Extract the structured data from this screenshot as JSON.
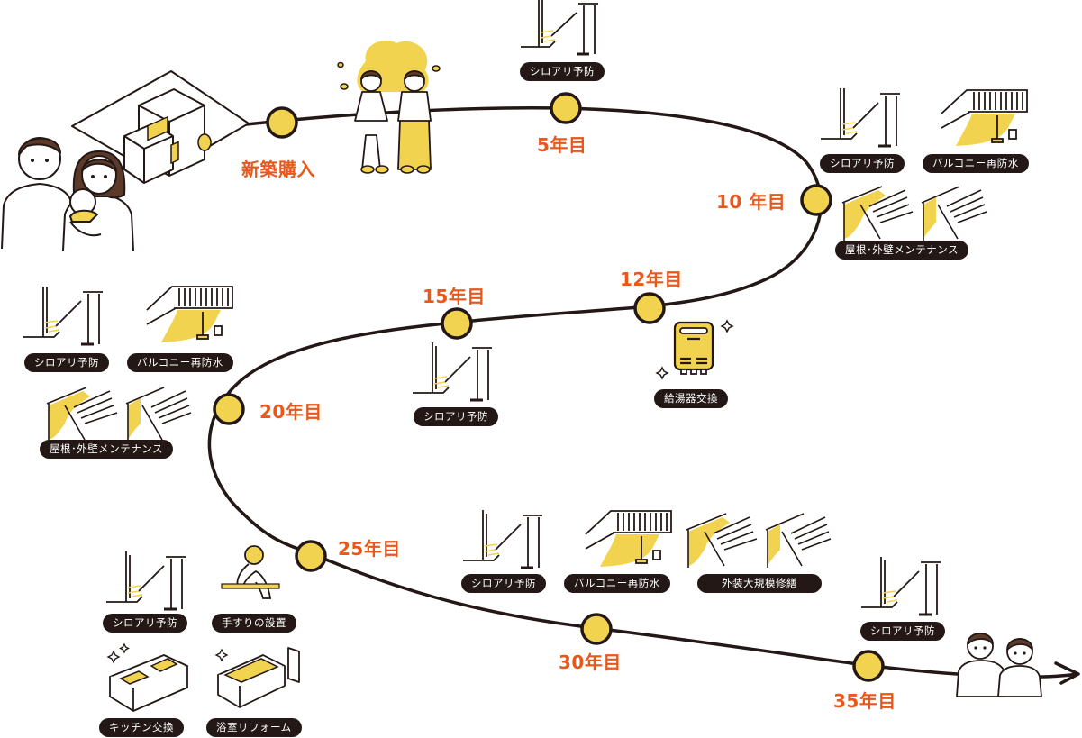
{
  "title": "住まいのメンテナンス・ライフサイクル",
  "colors": {
    "accent_orange": "#e8581b",
    "marker_yellow": "#f2d34f",
    "line_dark": "#231815",
    "pill_bg": "#231815",
    "pill_text": "#ffffff"
  },
  "milestones": [
    {
      "id": "purchase",
      "label": "新築購入"
    },
    {
      "id": "y5",
      "label": "5年目"
    },
    {
      "id": "y10",
      "label": "10 年目"
    },
    {
      "id": "y12",
      "label": "12年目"
    },
    {
      "id": "y15",
      "label": "15年目"
    },
    {
      "id": "y20",
      "label": "20年目"
    },
    {
      "id": "y25",
      "label": "25年目"
    },
    {
      "id": "y30",
      "label": "30年目"
    },
    {
      "id": "y35",
      "label": "35年目"
    }
  ],
  "tasks": {
    "y5": [
      "シロアリ予防"
    ],
    "y10": [
      "シロアリ予防",
      "バルコニー再防水",
      "屋根･外壁メンテナンス"
    ],
    "y12": [
      "給湯器交換"
    ],
    "y15": [
      "シロアリ予防"
    ],
    "y20": [
      "シロアリ予防",
      "バルコニー再防水",
      "屋根･外壁メンテナンス"
    ],
    "y25": [
      "シロアリ予防",
      "手すりの設置",
      "キッチン交換",
      "浴室リフォーム"
    ],
    "y30": [
      "シロアリ予防",
      "バルコニー再防水",
      "外装大規模修繕"
    ],
    "y35": [
      "シロアリ予防"
    ]
  },
  "icons": {
    "family": "family-with-baby-icon",
    "house": "new-house-icon",
    "school": "school-children-icon",
    "termite": "termite-spray-icon",
    "balcony": "balcony-waterproof-icon",
    "roof": "roof-wall-paint-icon",
    "heater": "water-heater-icon",
    "handrail": "handrail-install-icon",
    "kitchen": "kitchen-icon",
    "bath": "bathtub-icon",
    "elderly": "elderly-couple-icon"
  }
}
